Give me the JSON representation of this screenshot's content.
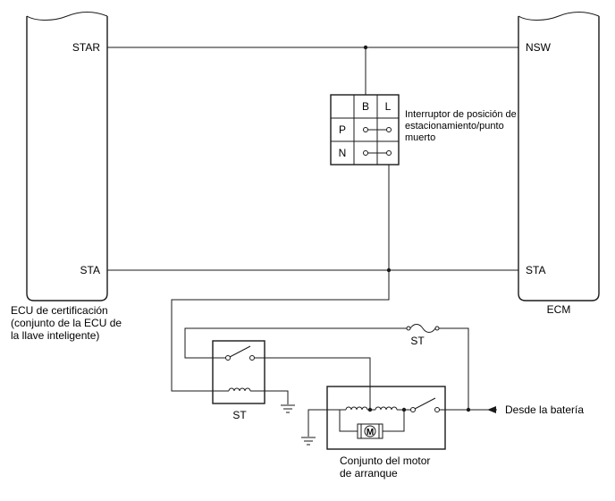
{
  "ecu_left": {
    "pin_star": "STAR",
    "pin_sta": "STA",
    "name_lines": [
      "ECU de certificación",
      "(conjunto de la ECU de",
      "la llave inteligente)"
    ]
  },
  "ecm": {
    "pin_nsw": "NSW",
    "pin_sta": "STA",
    "name": "ECM"
  },
  "park_neutral_switch": {
    "col_b": "B",
    "col_l": "L",
    "row_p": "P",
    "row_n": "N",
    "label_lines": [
      "Interruptor de posición de",
      "estacionamiento/punto",
      "muerto"
    ]
  },
  "relay": {
    "label": "ST"
  },
  "fuse": {
    "label": "ST"
  },
  "starter": {
    "motor_symbol": "M",
    "label_lines": [
      "Conjunto del motor",
      "de arranque"
    ]
  },
  "battery": {
    "label": "Desde la batería"
  }
}
